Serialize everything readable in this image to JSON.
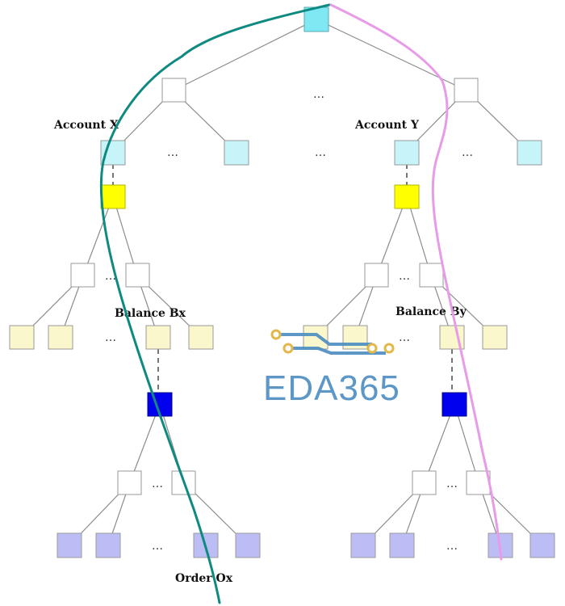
{
  "labels": {
    "account_x": "Account X",
    "account_y": "Account Y",
    "balance_bx": "Balance Bx",
    "balance_by": "Balance By",
    "order_ox": "Order Ox",
    "ellipsis": "…"
  },
  "watermark": {
    "text": "EDA365"
  },
  "colors": {
    "root": "#7fe8f2",
    "cyan_light": "#c6f4f8",
    "yellow": "#ffff00",
    "pale_yellow": "#fbf7cc",
    "blue": "#0000ee",
    "lavender": "#bdbdf5",
    "white_node": "#ffffff",
    "path_teal": "#0e8a80",
    "path_pink": "#e89be8",
    "watermark": "#4f8fc4",
    "watermark_chip": "#e0b23c"
  }
}
